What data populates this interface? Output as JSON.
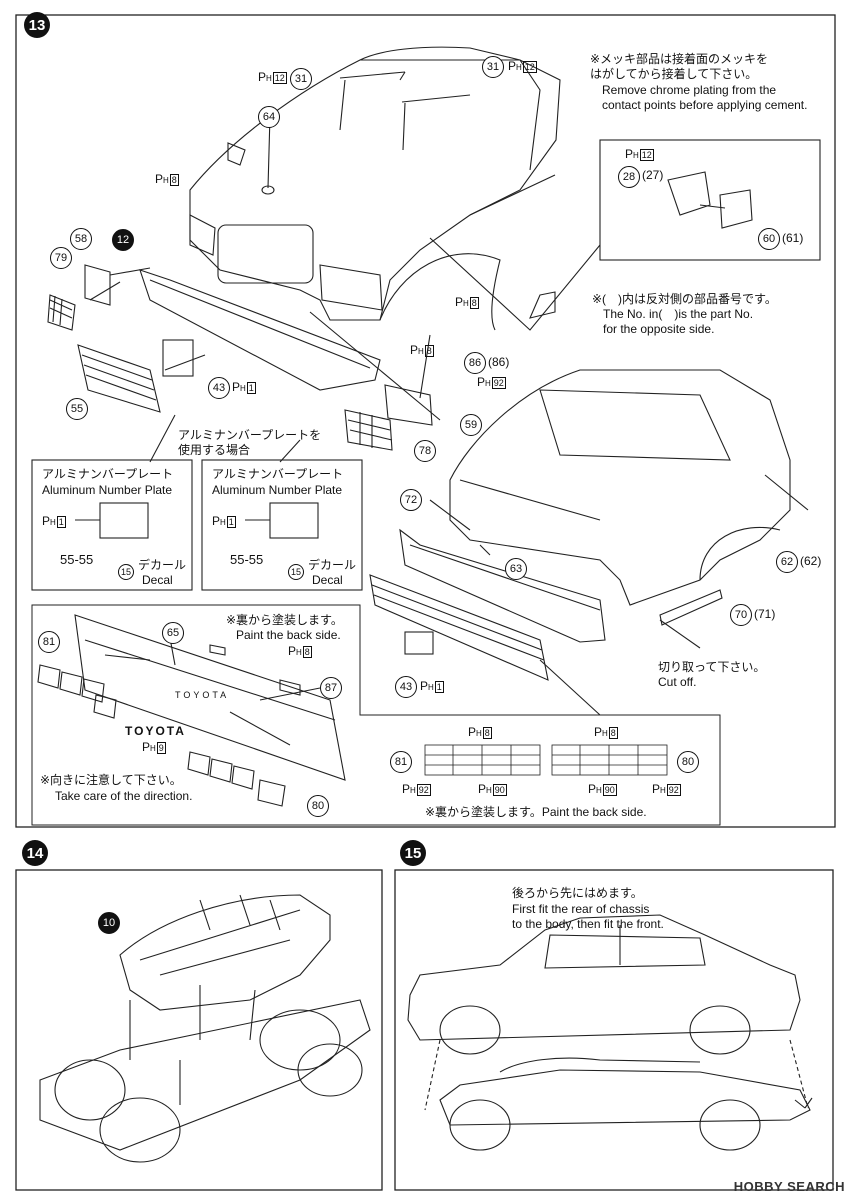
{
  "steps": {
    "s13": "13",
    "s14": "14",
    "s15": "15"
  },
  "notes": {
    "chrome_jp": "※メッキ部品は接着面のメッキを\nはがしてから接着して下さい。",
    "chrome_en": "Remove chrome plating from the\ncontact points before applying cement.",
    "opposite_jp": "※(　)内は反対側の部品番号です。",
    "opposite_en": "The No. in(　)is the part No.\nfor the opposite side.",
    "alu_case_jp": "アルミナンバープレートを\n使用する場合",
    "alu_jp": "アルミナンバープレート",
    "alu_en": "Aluminum Number Plate",
    "decal_jp": "デカール",
    "decal_en": "Decal",
    "plate_text": "55-55",
    "paint_back_jp": "※裏から塗装します。",
    "paint_back_en": "Paint the back side.",
    "paint_back_both": "※裏から塗装します。Paint the back side.",
    "direction_jp": "※向きに注意して下さい。",
    "direction_en": "Take care of the direction.",
    "cutoff_jp": "切り取って下さい。",
    "cutoff_en": "Cut off.",
    "toyota": "TOYOTA",
    "fit_jp": "後ろから先にはめます。",
    "fit_en": "First fit the rear of chassis\nto the body, then fit the front.",
    "watermark": "HOBBY SEARCH"
  },
  "parts": {
    "p31": "31",
    "p64": "64",
    "p12": "12",
    "p58": "58",
    "p79": "79",
    "p55": "55",
    "p43": "43",
    "p59": "59",
    "p78": "78",
    "p86": "86",
    "p86b": "(86)",
    "p28": "28",
    "p27": "(27)",
    "p60": "60",
    "p61": "(61)",
    "p72": "72",
    "p63": "63",
    "p62": "62",
    "p62b": "(62)",
    "p70": "70",
    "p71": "(71)",
    "p65": "65",
    "p81": "81",
    "p87": "87",
    "p80": "80",
    "p15": "15",
    "p10": "10"
  },
  "paint_refs": {
    "h12": "12",
    "h8": "8",
    "h1": "1",
    "h92": "92",
    "h9": "9",
    "h90": "90"
  }
}
